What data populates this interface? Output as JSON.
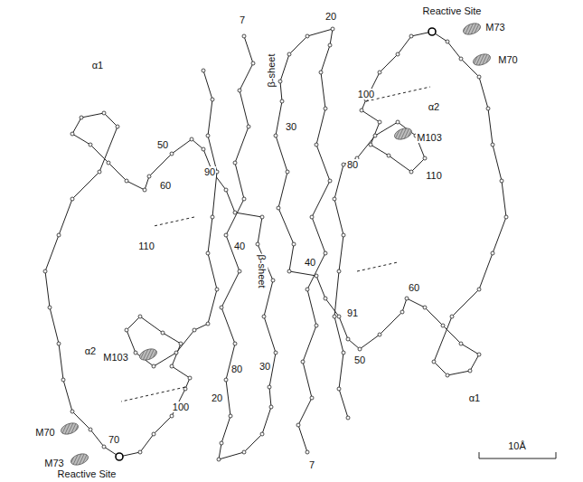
{
  "diagram": {
    "labels": [
      "Reactive Site",
      "M73",
      "M70",
      "α2",
      "100",
      "M103",
      "80",
      "110",
      "20",
      "β-sheet",
      "30",
      "40",
      "60",
      "91",
      "50",
      "α1",
      "7",
      "7",
      "α1",
      "90",
      "50",
      "60",
      "40",
      "β-sheet",
      "110",
      "M103",
      "80",
      "30",
      "α2",
      "100",
      "20",
      "70",
      "M70",
      "M73",
      "Reactive Site",
      "10Å"
    ]
  }
}
